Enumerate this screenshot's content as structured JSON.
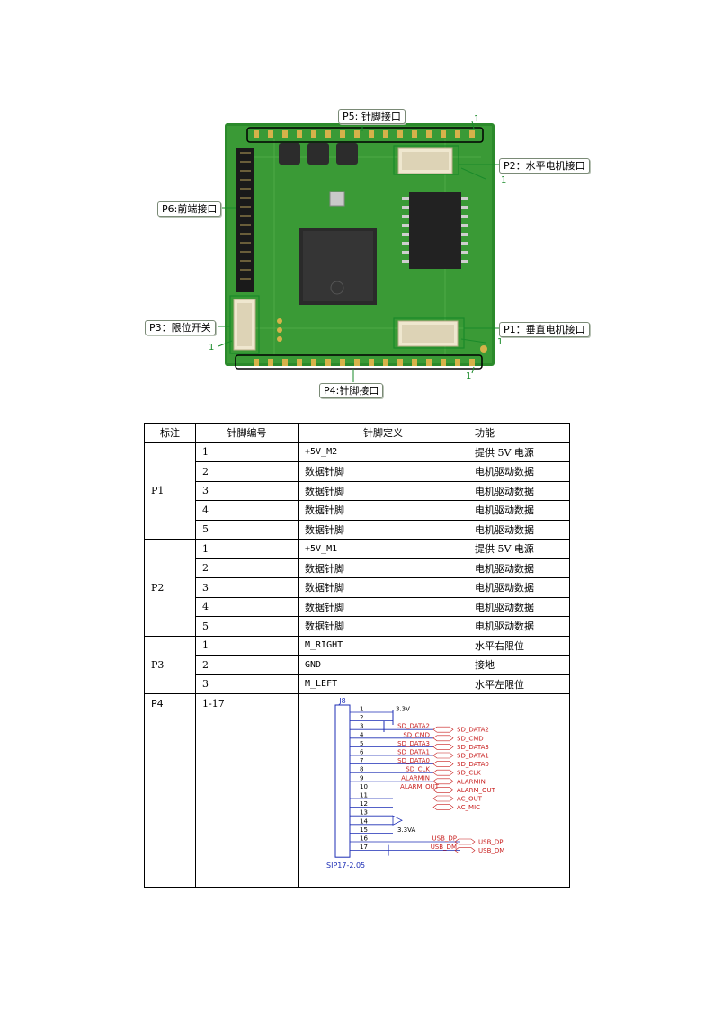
{
  "figure": {
    "callouts": {
      "p5": "P5: 针脚接口",
      "p2": "P2：水平电机接口",
      "p6": "P6:前端接口",
      "p3": "P3：限位开关",
      "p1": "P1：垂直电机接口",
      "p4": "P4:针脚接口"
    },
    "pin_one_marker": "1"
  },
  "table": {
    "headers": [
      "标注",
      "针脚编号",
      "针脚定义",
      "功能"
    ],
    "groups": [
      {
        "tag": "P1",
        "rows": [
          {
            "pin": "1",
            "definition": "+5V_M2",
            "function": "提供 5V 电源"
          },
          {
            "pin": "2",
            "definition": "数据针脚",
            "function": "电机驱动数据"
          },
          {
            "pin": "3",
            "definition": "数据针脚",
            "function": "电机驱动数据"
          },
          {
            "pin": "4",
            "definition": "数据针脚",
            "function": "电机驱动数据"
          },
          {
            "pin": "5",
            "definition": "数据针脚",
            "function": "电机驱动数据"
          }
        ]
      },
      {
        "tag": "P2",
        "rows": [
          {
            "pin": "1",
            "definition": "+5V_M1",
            "function": "提供 5V 电源"
          },
          {
            "pin": "2",
            "definition": "数据针脚",
            "function": "电机驱动数据"
          },
          {
            "pin": "3",
            "definition": "数据针脚",
            "function": "电机驱动数据"
          },
          {
            "pin": "4",
            "definition": "数据针脚",
            "function": "电机驱动数据"
          },
          {
            "pin": "5",
            "definition": "数据针脚",
            "function": "电机驱动数据"
          }
        ]
      },
      {
        "tag": "P3",
        "rows": [
          {
            "pin": "1",
            "definition": "M_RIGHT",
            "function": "水平右限位"
          },
          {
            "pin": "2",
            "definition": "GND",
            "function": "接地"
          },
          {
            "pin": "3",
            "definition": "M_LEFT",
            "function": "水平左限位"
          }
        ]
      }
    ],
    "p4": {
      "tag": "P4",
      "pins": "1-17"
    }
  },
  "schematic": {
    "ref": "J8",
    "part": "SIP17-2.05",
    "pin_numbers": [
      "1",
      "2",
      "3",
      "4",
      "5",
      "6",
      "7",
      "8",
      "9",
      "10",
      "11",
      "12",
      "13",
      "14",
      "15",
      "16",
      "17"
    ],
    "net_labels": {
      "pin1": "3.3V",
      "pin3": "SD_DATA2",
      "pin4": "SD_CMD",
      "pin5": "SD_DATA3",
      "pin6": "SD_DATA1",
      "pin7": "SD_DATA0",
      "pin8": "SD_CLK",
      "pin9": "ALARMIN",
      "pin10": "ALARM_OUT",
      "pin15": "3.3VA",
      "pin16": "USB_DP",
      "pin17": "USB_DM"
    },
    "port_labels": [
      "SD_DATA2",
      "SD_CMD",
      "SD_DATA3",
      "SD_DATA1",
      "SD_DATA0",
      "SD_CLK",
      "ALARMIN",
      "ALARM_OUT",
      "AC_OUT",
      "AC_MIC",
      "USB_DP",
      "USB_DM"
    ],
    "colors": {
      "wire": "#1c2db5",
      "net": "#c81e1e",
      "part": "#1c2db5"
    }
  }
}
